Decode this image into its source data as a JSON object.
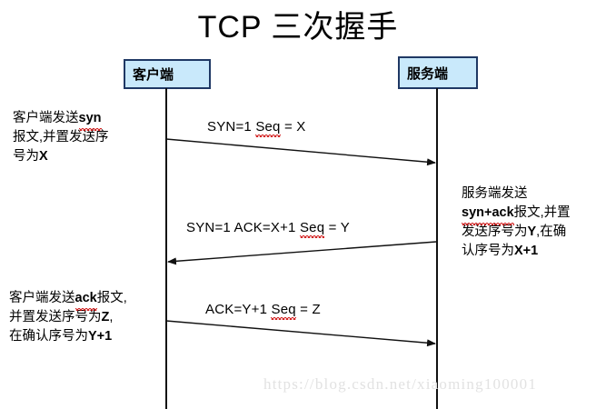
{
  "title": "TCP 三次握手",
  "actors": [
    {
      "id": "client",
      "label": "客户端"
    },
    {
      "id": "server",
      "label": "服务端"
    }
  ],
  "messages": [
    {
      "id": "msg-1",
      "label": "SYN=1  Seq = X",
      "from": "client",
      "to": "server",
      "direction": "right",
      "misspelled_word": "Seq"
    },
    {
      "id": "msg-2",
      "label": "SYN=1  ACK=X+1 Seq = Y",
      "from": "server",
      "to": "client",
      "direction": "left",
      "misspelled_word": "Seq"
    },
    {
      "id": "msg-3",
      "label": "ACK=Y+1 Seq = Z",
      "from": "client",
      "to": "server",
      "direction": "right",
      "misspelled_word": "Seq"
    }
  ],
  "notes": [
    {
      "id": "note-client-syn",
      "side": "left",
      "text": "客户端发送syn\n报文,并置发送序\n号为X"
    },
    {
      "id": "note-server-synack",
      "side": "right",
      "text": "服务端发送\nsyn+ack报文,并置\n发送序号为Y,在确\n认序号为X+1"
    },
    {
      "id": "note-client-ack",
      "side": "left",
      "text": "客户端发送ack报文,\n并置发送序号为Z,\n在确认序号为Y+1"
    }
  ],
  "watermark": "https://blog.csdn.net/xiaoming100001",
  "colors": {
    "actor_fill": "#c9e9fb",
    "actor_border": "#1f3864",
    "line": "#111111",
    "text": "#000000",
    "watermark": "#e2e2e2",
    "spellcheck_underline": "#cc0000"
  }
}
